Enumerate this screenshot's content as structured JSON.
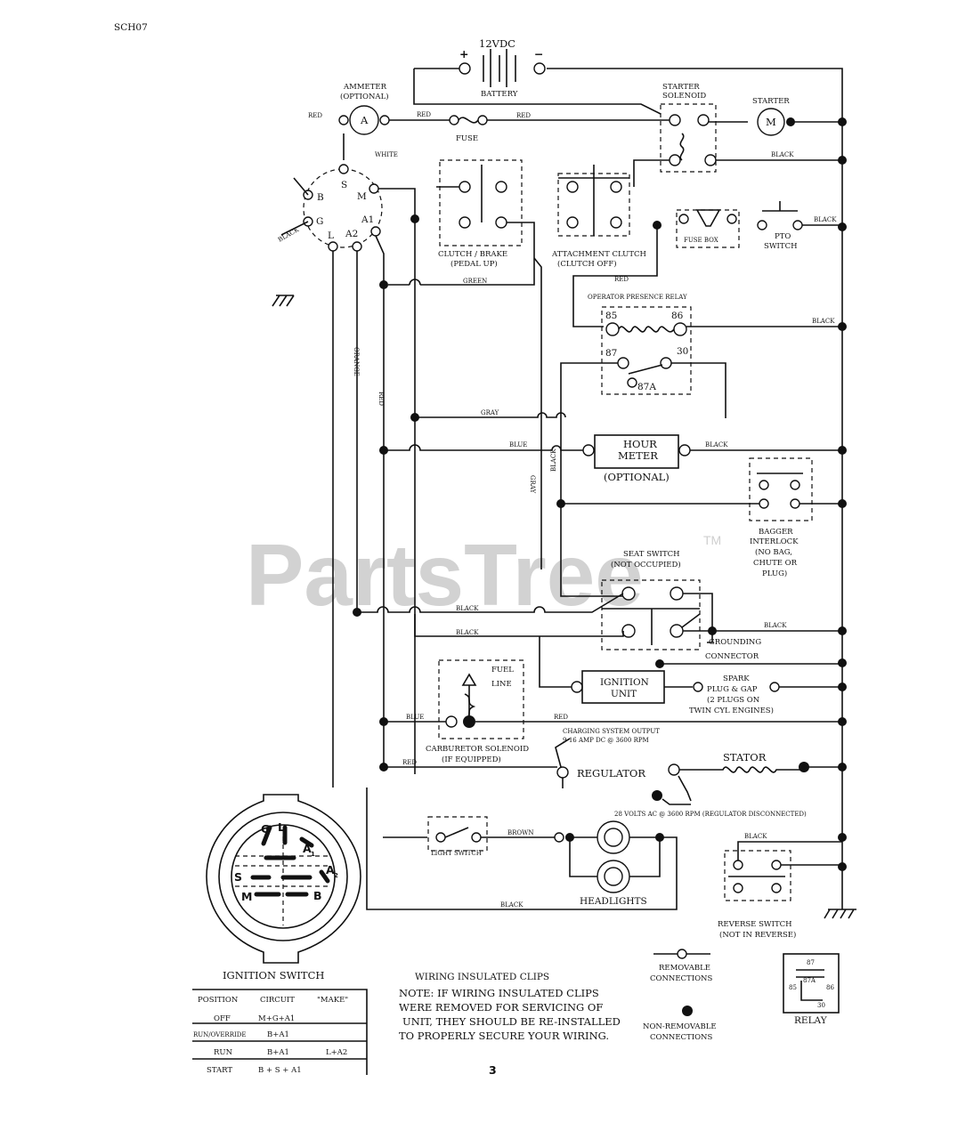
{
  "page_code": "SCH07",
  "page_number": "3",
  "watermark": {
    "text": "PartsTree",
    "tm": "TM"
  },
  "battery": {
    "voltage": "12VDC",
    "label": "BATTERY",
    "plus": "+",
    "minus": "−"
  },
  "starter_solenoid": {
    "line1": "STARTER",
    "line2": "SOLENOID"
  },
  "starter": {
    "label": "STARTER",
    "symbol": "M"
  },
  "ammeter": {
    "line1": "AMMETER",
    "line2": "(OPTIONAL)",
    "symbol": "A"
  },
  "fuse_label": "FUSE",
  "ignition_terminals": {
    "S": "S",
    "B": "B",
    "M": "M",
    "G": "G",
    "L": "L",
    "A1": "A1",
    "A2": "A2"
  },
  "clutch_brake": {
    "line1": "CLUTCH / BRAKE",
    "line2": "(PEDAL UP)"
  },
  "attachment_clutch": {
    "line1": "ATTACHMENT CLUTCH",
    "line2": "(CLUTCH OFF)"
  },
  "fuse_box_label": "FUSE BOX",
  "pto_switch": {
    "line1": "PTO",
    "line2": "SWITCH"
  },
  "operator_relay": {
    "label": "OPERATOR PRESENCE RELAY",
    "p85": "85",
    "p86": "86",
    "p87": "87",
    "p30": "30",
    "p87a": "87A"
  },
  "hour_meter": {
    "line1": "HOUR",
    "line2": "METER",
    "line3": "(OPTIONAL)"
  },
  "bagger_interlock": {
    "line1": "BAGGER",
    "line2": "INTERLOCK",
    "line3": "(NO BAG,",
    "line4": "CHUTE OR",
    "line5": "PLUG)"
  },
  "seat_switch": {
    "line1": "SEAT SWITCH",
    "line2": "(NOT OCCUPIED)"
  },
  "grounding_connector": {
    "line1": "GROUNDING",
    "line2": "CONNECTOR"
  },
  "fuel_line": {
    "line1": "FUEL",
    "line2": "LINE"
  },
  "carb_solenoid": {
    "line1": "CARBURETOR SOLENOID",
    "line2": "(IF EQUIPPED)"
  },
  "ignition_unit": {
    "line1": "IGNITION",
    "line2": "UNIT"
  },
  "spark_plug": {
    "line1": "SPARK",
    "line2": "PLUG & GAP",
    "line3": "(2 PLUGS ON",
    "line4": "TWIN CYL ENGINES)"
  },
  "charging": {
    "line1": "CHARGING SYSTEM OUTPUT",
    "line2": "9-16 AMP DC @ 3600 RPM"
  },
  "regulator_label": "REGULATOR",
  "stator_label": "STATOR",
  "stator_ac_note": "28 VOLTS AC @ 3600 RPM (REGULATOR DISCONNECTED)",
  "light_switch_label": "LIGHT SWITCH",
  "headlights_label": "HEADLIGHTS",
  "reverse_switch": {
    "line1": "REVERSE SWITCH",
    "line2": "(NOT IN REVERSE)"
  },
  "wire_labels": {
    "red": "RED",
    "white": "WHITE",
    "black": "BLACK",
    "green": "GREEN",
    "orange": "ORANGE",
    "gray": "GRAY",
    "blue": "BLUE",
    "brown": "BROWN"
  },
  "ignition_switch": {
    "title": "IGNITION SWITCH",
    "face_labels": {
      "G": "G",
      "L": "L",
      "A1": "A",
      "A1_sub": "1",
      "A2": "A",
      "A2_sub": "2",
      "S": "S",
      "M": "M",
      "B": "B"
    },
    "table_headers": [
      "POSITION",
      "CIRCUIT",
      "\"MAKE\""
    ],
    "rows": [
      {
        "position": "OFF",
        "circuit": "M+G+A1",
        "extra": ""
      },
      {
        "position": "RUN/OVERRIDE",
        "circuit": "B+A1",
        "extra": ""
      },
      {
        "position": "RUN",
        "circuit": "B+A1",
        "extra": "L+A2"
      },
      {
        "position": "START",
        "circuit": "B + S + A1",
        "extra": ""
      }
    ]
  },
  "wiring_clips": {
    "title": "WIRING INSULATED CLIPS",
    "note1": "NOTE: IF WIRING INSULATED CLIPS",
    "note2": "WERE REMOVED FOR SERVICING OF",
    "note3": "UNIT, THEY SHOULD BE RE-INSTALLED",
    "note4": "TO PROPERLY SECURE YOUR WIRING."
  },
  "legend": {
    "removable1": "REMOVABLE",
    "removable2": "CONNECTIONS",
    "nonremovable1": "NON-REMOVABLE",
    "nonremovable2": "CONNECTIONS"
  },
  "relay_legend": {
    "label": "RELAY",
    "p87": "87",
    "p87a": "87A",
    "p85": "85",
    "p86": "86",
    "p30": "30"
  }
}
